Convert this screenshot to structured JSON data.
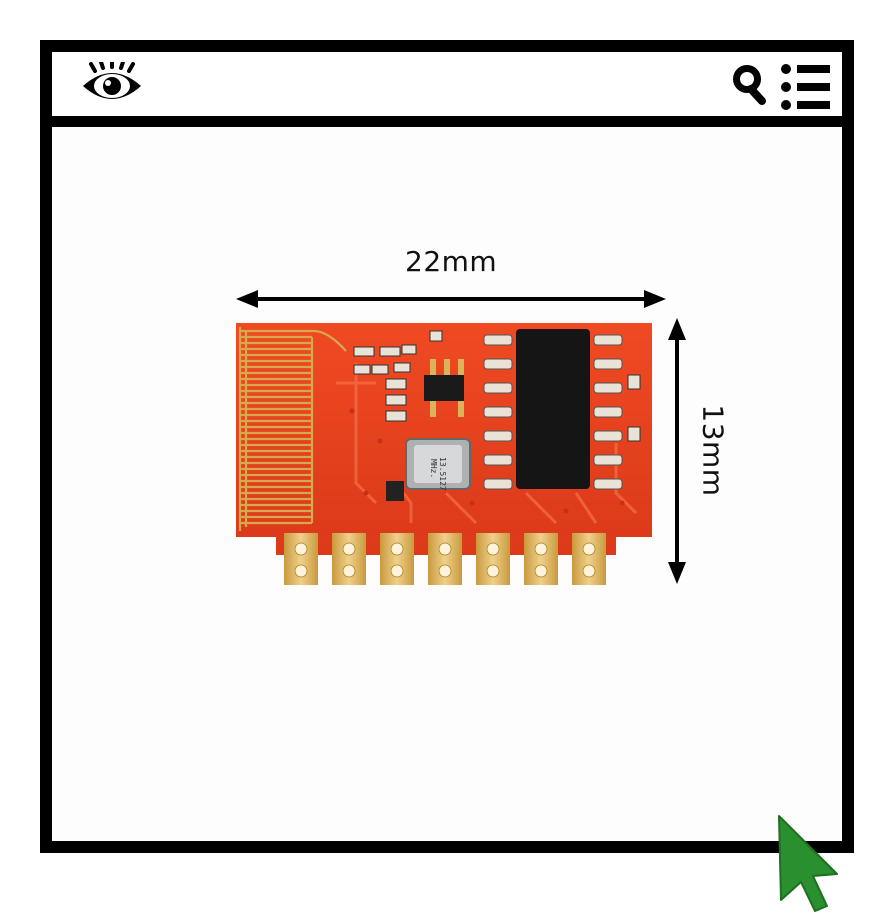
{
  "toolbar": {
    "eye_icon": "eye-icon",
    "search_icon": "search-icon",
    "menu_icon": "list-menu-icon"
  },
  "image": {
    "subject": "PCB module",
    "crystal_label_line1": "13.5127",
    "crystal_label_line2": "MHz."
  },
  "dimensions": {
    "width_label": "22mm",
    "height_label": "13mm"
  },
  "colors": {
    "pcb": "#e8401f",
    "gold": "#d9b45a",
    "chip": "#151515",
    "cursor": "#2a8f2e",
    "frame": "#000000"
  }
}
